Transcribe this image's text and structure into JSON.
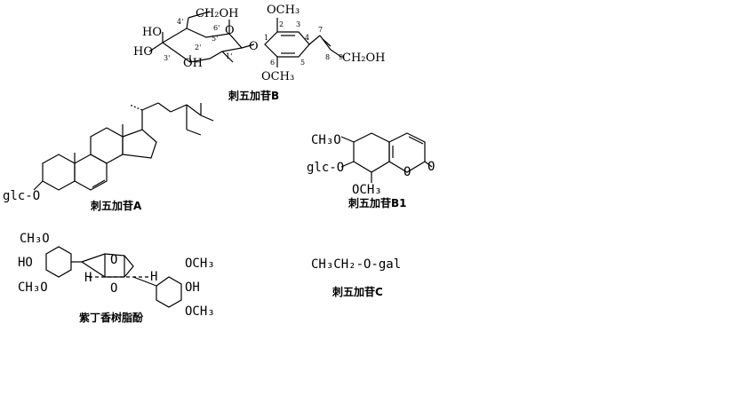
{
  "compounds": {
    "eleutheroside_b": {
      "caption": "刺五加苷B",
      "labels": {
        "ch2oh": "CH₂OH",
        "och3_top": "OCH₃",
        "och3_bottom": "OCH₃",
        "ho_a": "HO",
        "ho_b": "HO",
        "oh": "OH",
        "ring_o": "O",
        "link_o": "O",
        "side_chain": "CH₂OH"
      },
      "locants": {
        "c4p": "4'",
        "c6p": "6'",
        "c5p": "5'",
        "c3p": "3'",
        "c2p": "2'",
        "c1p": "1'",
        "c1": "1",
        "c2": "2",
        "c3": "3",
        "c4": "4",
        "c5": "5",
        "c6": "6",
        "c7": "7",
        "c8": "8",
        "c9": "9"
      }
    },
    "eleutheroside_a": {
      "caption": "刺五加苷A",
      "glc_label": "glc-O"
    },
    "eleutheroside_b1": {
      "caption": "刺五加苷B1",
      "labels": {
        "ch3o": "CH₃O",
        "glco": "glc-O",
        "och3": "OCH₃",
        "ring_o": "O",
        "carbonyl_o": "O"
      }
    },
    "syringaresinol": {
      "caption": "紫丁香树脂酚",
      "labels": {
        "l_och3_top": "CH₃O",
        "l_ho": "HO",
        "l_och3_bottom": "CH₃O",
        "h_left": "H",
        "h_right": "H",
        "o_top": "O",
        "o_bottom": "O",
        "r_och3_top": "OCH₃",
        "r_oh": "OH",
        "r_och3_bottom": "OCH₃"
      }
    },
    "eleutheroside_c": {
      "caption": "刺五加苷C",
      "formula": "CH₃CH₂-O-gal"
    }
  }
}
